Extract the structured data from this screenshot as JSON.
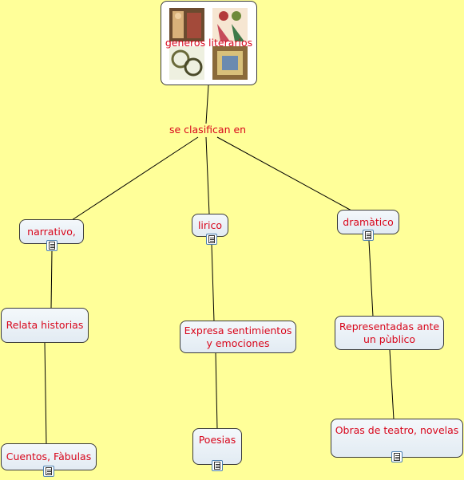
{
  "concept_map": {
    "root": {
      "label": "generos literarios"
    },
    "linking_phrase": "se clasifican en",
    "genres": [
      {
        "label": "narrativo,",
        "description": "Relata historias",
        "examples": "Cuentos, Fàbulas"
      },
      {
        "label": "lirico",
        "description": "Expresa sentimientos y emociones",
        "examples": "Poesias"
      },
      {
        "label": "dramàtico",
        "description": "Representadas ante un pùblico",
        "examples": "Obras de teatro, novelas"
      }
    ]
  },
  "icons": {
    "resource": "document-resource-icon"
  },
  "colors": {
    "background": "#ffff99",
    "node_text": "#d8061b",
    "node_border": "#3a3a3a",
    "resource_border": "#4a7fb0"
  }
}
